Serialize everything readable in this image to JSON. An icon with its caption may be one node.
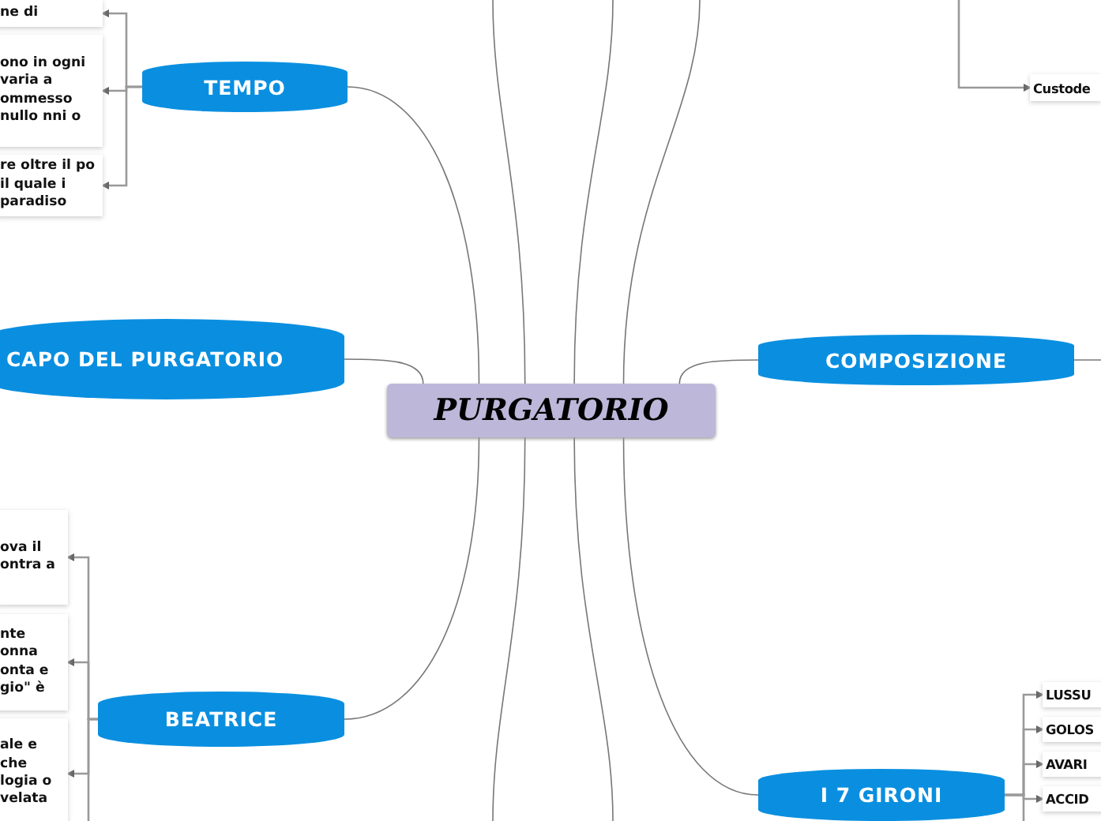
{
  "diagram": {
    "nodes": [
      {
        "text": [
          "PURGATORIO"
        ]
      },
      {
        "text": [
          "TEMPO"
        ]
      },
      {
        "text": [
          "ne di"
        ]
      },
      {
        "text": [
          "ono in ogni varia a ommesso nullo nni o"
        ]
      },
      {
        "text": [
          "re oltre il po il quale i paradiso"
        ]
      },
      {
        "text": [
          "CAPO DEL PURGATORIO"
        ]
      },
      {
        "text": [
          "COMPOSIZIONE"
        ]
      },
      {
        "text": [
          "Custode"
        ]
      },
      {
        "text": [
          "BEATRICE"
        ]
      },
      {
        "text": [
          "ova il ontra a"
        ]
      },
      {
        "text": [
          "nte onna onta e gio\" è"
        ]
      },
      {
        "text": [
          "ale e che logia o velata"
        ]
      },
      {
        "text": [
          "I 7 GIRONI"
        ]
      },
      {
        "text": [
          "LUSSU"
        ]
      },
      {
        "text": [
          "GOLOS"
        ]
      },
      {
        "text": [
          "AVARI"
        ]
      },
      {
        "text": [
          "ACCID"
        ]
      }
    ],
    "edges": [
      {
        "from": 0,
        "to": 1,
        "arrow": "none"
      },
      {
        "from": 0,
        "to": 5,
        "arrow": "none"
      },
      {
        "from": 0,
        "to": 8,
        "arrow": "none"
      },
      {
        "from": 0,
        "to": 6,
        "arrow": "none"
      },
      {
        "from": 0,
        "to": 12,
        "arrow": "none"
      },
      {
        "from": 0,
        "to": null,
        "arrow": "none"
      },
      {
        "from": 0,
        "to": null,
        "arrow": "none"
      },
      {
        "from": 0,
        "to": null,
        "arrow": "none"
      },
      {
        "from": 0,
        "to": null,
        "arrow": "none"
      },
      {
        "from": 0,
        "to": null,
        "arrow": "none"
      },
      {
        "from": 1,
        "to": 2,
        "arrow": "to"
      },
      {
        "from": 1,
        "to": 3,
        "arrow": "to"
      },
      {
        "from": 1,
        "to": 4,
        "arrow": "to"
      },
      {
        "from": null,
        "to": 7,
        "arrow": "to"
      },
      {
        "from": 6,
        "to": null,
        "arrow": "none"
      },
      {
        "from": 8,
        "to": 9,
        "arrow": "to"
      },
      {
        "from": 8,
        "to": 10,
        "arrow": "to"
      },
      {
        "from": 8,
        "to": 11,
        "arrow": "to"
      },
      {
        "from": 8,
        "to": null,
        "arrow": "none"
      },
      {
        "from": 12,
        "to": 13,
        "arrow": "to"
      },
      {
        "from": 12,
        "to": 14,
        "arrow": "to"
      },
      {
        "from": 12,
        "to": 15,
        "arrow": "to"
      },
      {
        "from": 12,
        "to": 16,
        "arrow": "to"
      },
      {
        "from": 12,
        "to": null,
        "arrow": "none"
      }
    ]
  }
}
